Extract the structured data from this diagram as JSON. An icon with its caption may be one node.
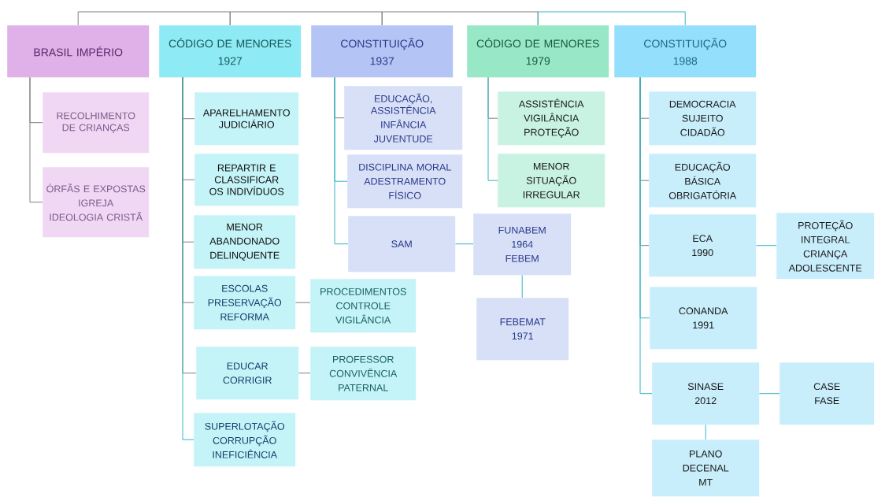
{
  "diagram": {
    "nodes": [
      {
        "text": [
          "BRASIL IMPÉRIO"
        ]
      },
      {
        "text": [
          "CÓDIGO DE MENORES",
          "1927"
        ]
      },
      {
        "text": [
          "CONSTITUIÇÃO",
          "1937"
        ]
      },
      {
        "text": [
          "CÓDIGO DE MENORES",
          "1979"
        ]
      },
      {
        "text": [
          "CONSTITUIÇÃO",
          "1988"
        ]
      },
      {
        "text": [
          "RECOLHIMENTO DE CRIANÇAS"
        ]
      },
      {
        "text": [
          "ÓRFÃS E EXPOSTAS",
          "IGREJA",
          "IDEOLOGIA CRISTÃ"
        ]
      },
      {
        "text": [
          "APARELHAMENTO JUDICIÁRIO"
        ]
      },
      {
        "text": [
          "REPARTIR E CLASSIFICAR OS INDIVÍDUOS"
        ]
      },
      {
        "text": [
          "MENOR",
          "ABANDONADO",
          "DELINQUENTE"
        ]
      },
      {
        "text": [
          "ESCOLAS",
          "PRESERVAÇÃO",
          "REFORMA"
        ]
      },
      {
        "text": [
          "PROCEDIMENTOS",
          "CONTROLE",
          "VIGILÂNCIA"
        ]
      },
      {
        "text": [
          "EDUCAR",
          "CORRIGIR"
        ]
      },
      {
        "text": [
          "PROFESSOR",
          "CONVIVÊNCIA",
          "PATERNAL"
        ]
      },
      {
        "text": [
          "SUPERLOTAÇÃO",
          "CORRUPÇÃO",
          "INEFICIÊNCIA"
        ]
      },
      {
        "text": [
          "EDUCAÇÃO, ASSISTÊNCIA",
          "INFÂNCIA",
          "JUVENTUDE"
        ]
      },
      {
        "text": [
          "DISCIPLINA MORAL",
          "ADESTRAMENTO",
          "FÍSICO"
        ]
      },
      {
        "text": [
          "SAM"
        ]
      },
      {
        "text": [
          "FUNABEM",
          "1964",
          "FEBEM"
        ]
      },
      {
        "text": [
          "FEBEMAT",
          "1971"
        ]
      },
      {
        "text": [
          "ASSISTÊNCIA",
          "VIGILÂNCIA",
          "PROTEÇÃO"
        ]
      },
      {
        "text": [
          "MENOR",
          "SITUAÇÃO",
          "IRREGULAR"
        ]
      },
      {
        "text": [
          "DEMOCRACIA",
          "SUJEITO",
          "CIDADÃO"
        ]
      },
      {
        "text": [
          "EDUCAÇÃO",
          "BÁSICA",
          "OBRIGATÓRIA"
        ]
      },
      {
        "text": [
          "ECA",
          "1990"
        ]
      },
      {
        "text": [
          "PROTEÇÃO",
          "INTEGRAL",
          "CRIANÇA",
          "ADOLESCENTE"
        ]
      },
      {
        "text": [
          "CONANDA",
          "1991"
        ]
      },
      {
        "text": [
          "SINASE",
          "2012"
        ]
      },
      {
        "text": [
          "CASE",
          "FASE"
        ]
      },
      {
        "text": [
          "PLANO",
          "DECENAL",
          "MT"
        ]
      }
    ],
    "edges": [
      {
        "from": 0,
        "to": 1,
        "arrow": "none"
      },
      {
        "from": 1,
        "to": 2,
        "arrow": "none"
      },
      {
        "from": 2,
        "to": 3,
        "arrow": "none"
      },
      {
        "from": 3,
        "to": 4,
        "arrow": "none",
        "color": "#33b5c4"
      },
      {
        "from": 0,
        "to": 5,
        "arrow": "none"
      },
      {
        "from": 0,
        "to": 6,
        "arrow": "none"
      },
      {
        "from": 1,
        "to": 7,
        "arrow": "none"
      },
      {
        "from": 1,
        "to": 8,
        "arrow": "none"
      },
      {
        "from": 1,
        "to": 9,
        "arrow": "none"
      },
      {
        "from": 1,
        "to": 10,
        "arrow": "none"
      },
      {
        "from": 10,
        "to": 11,
        "arrow": "none"
      },
      {
        "from": 1,
        "to": 12,
        "arrow": "none"
      },
      {
        "from": 12,
        "to": 13,
        "arrow": "none"
      },
      {
        "from": 1,
        "to": 14,
        "arrow": "none",
        "color": "#33b5c4"
      },
      {
        "from": 2,
        "to": 15,
        "arrow": "none"
      },
      {
        "from": 2,
        "to": 16,
        "arrow": "none",
        "color": "#33b5c4"
      },
      {
        "from": 2,
        "to": 17,
        "arrow": "none",
        "color": "#33b5c4"
      },
      {
        "from": 17,
        "to": 18,
        "arrow": "none",
        "color": "#33b5c4"
      },
      {
        "from": 18,
        "to": 19,
        "arrow": "none",
        "color": "#33b5c4"
      },
      {
        "from": 3,
        "to": 20,
        "arrow": "none"
      },
      {
        "from": 3,
        "to": 21,
        "arrow": "none",
        "color": "#33b5c4"
      },
      {
        "from": 4,
        "to": 22,
        "arrow": "none"
      },
      {
        "from": 4,
        "to": 23,
        "arrow": "none"
      },
      {
        "from": 4,
        "to": 24,
        "arrow": "none"
      },
      {
        "from": 24,
        "to": 25,
        "arrow": "none",
        "color": "#33b5c4"
      },
      {
        "from": 4,
        "to": 26,
        "arrow": "none",
        "color": "#33b5c4"
      },
      {
        "from": 4,
        "to": 27,
        "arrow": "none",
        "color": "#33b5c4"
      },
      {
        "from": 27,
        "to": 28,
        "arrow": "none",
        "color": "#33b5c4"
      },
      {
        "from": 27,
        "to": 29,
        "arrow": "none",
        "color": "#33b5c4"
      }
    ]
  }
}
